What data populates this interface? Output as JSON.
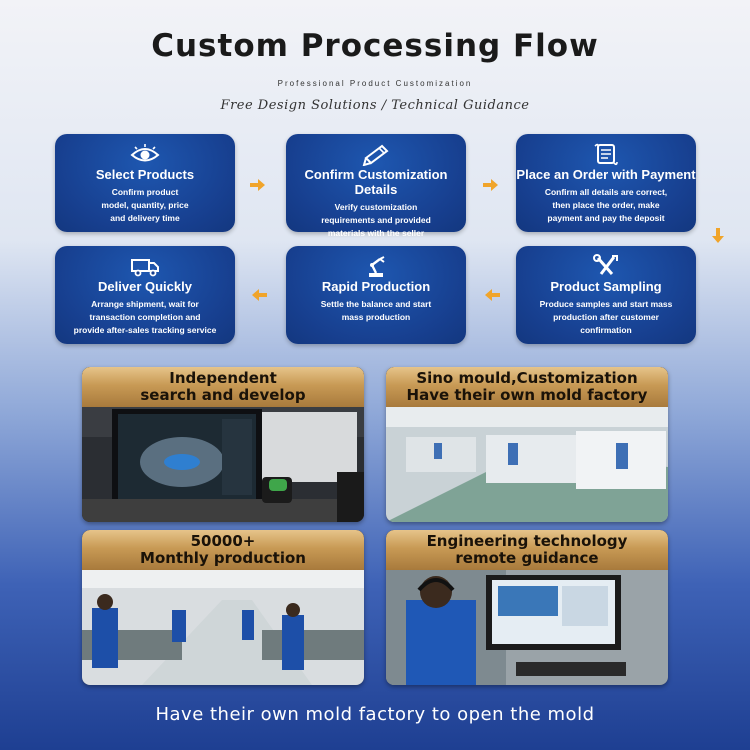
{
  "header": {
    "title": "Custom Processing Flow",
    "subtitle": "Professional Product Customization",
    "tagline": "Free Design Solutions / Technical Guidance"
  },
  "steps": [
    {
      "name": "Select Products",
      "desc": [
        "Confirm product",
        "model, quantity, price",
        "and delivery time"
      ],
      "icon": "eye-icon"
    },
    {
      "name": "Confirm Customization Details",
      "desc": [
        "Verify customization",
        "requirements and provided",
        "materials with the seller"
      ],
      "icon": "pencil-icon"
    },
    {
      "name": "Place an Order with Payment",
      "desc": [
        "Confirm all details are correct,",
        "then place the order, make",
        "payment and pay the deposit"
      ],
      "icon": "scroll-icon"
    },
    {
      "name": "Product Sampling",
      "desc": [
        "Produce samples and start mass",
        "production after customer",
        "confirmation"
      ],
      "icon": "tools-icon"
    },
    {
      "name": "Rapid Production",
      "desc": [
        "Settle the balance and start",
        "mass production"
      ],
      "icon": "robot-arm-icon"
    },
    {
      "name": "Deliver Quickly",
      "desc": [
        "Arrange shipment, wait for",
        "transaction completion and",
        "provide after-sales tracking service"
      ],
      "icon": "truck-icon"
    }
  ],
  "cards": [
    {
      "line1": "Independent",
      "line2": "search and develop",
      "photo": "design-workstation"
    },
    {
      "line1": "Sino mould,Customization",
      "line2": "Have their own mold factory",
      "photo": "injection-molding-machines"
    },
    {
      "line1": "50000+",
      "line2": "Monthly production",
      "photo": "assembly-line-workers"
    },
    {
      "line1": "Engineering technology",
      "line2": "remote guidance",
      "photo": "engineer-headset-computer"
    }
  ],
  "footer": {
    "caption": "Have their own mold factory to open the mold"
  },
  "colors": {
    "step_bg": "#173f8f",
    "arrow": "#f0a42a",
    "card_header": "#c89a55"
  }
}
